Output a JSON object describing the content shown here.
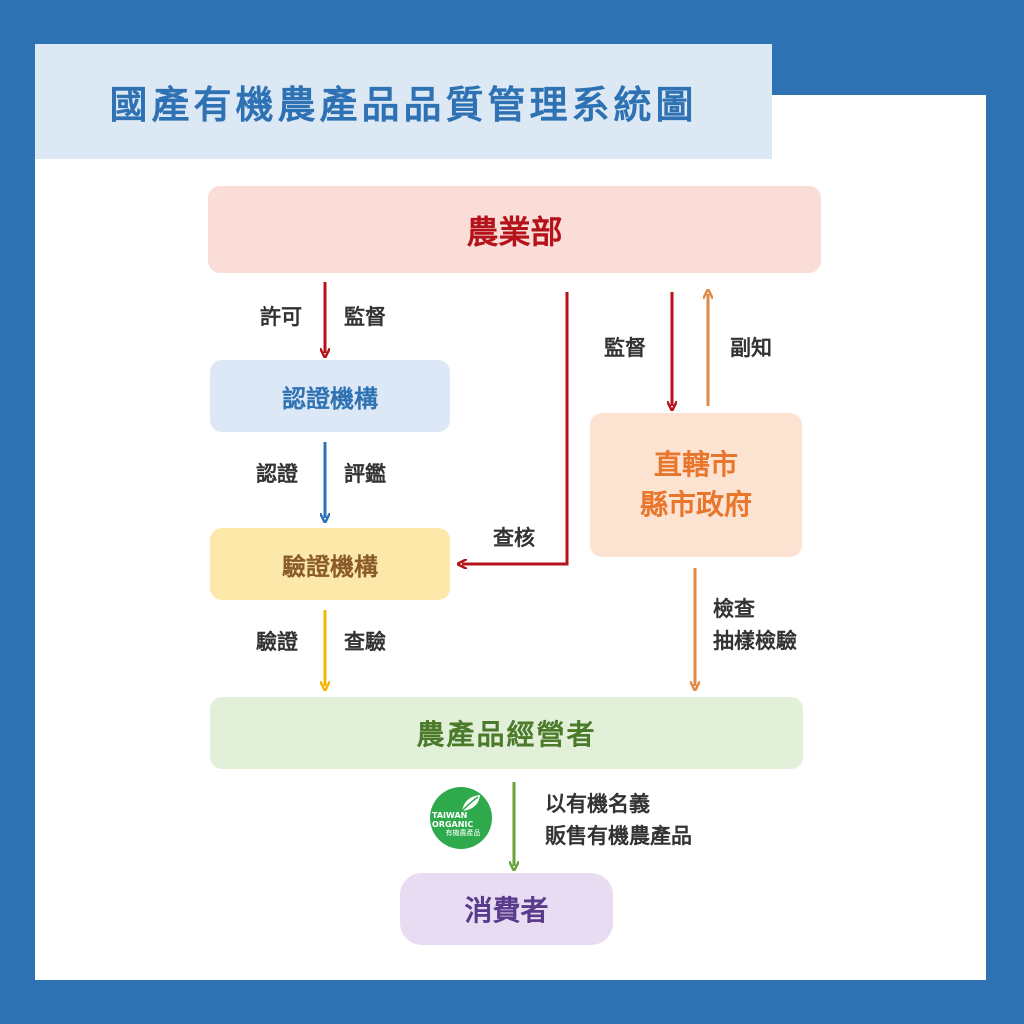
{
  "title": "國產有機農產品品質管理系統圖",
  "nodes": {
    "ministry": "農業部",
    "certification_body": "認證機構",
    "verification_body": "驗證機構",
    "local_government": "直轄市\n縣市政府",
    "operators": "農產品經營者",
    "consumers": "消費者"
  },
  "edge_labels": {
    "permit": "許可",
    "supervise_1": "監督",
    "accredit": "認證",
    "evaluate": "評鑑",
    "audit": "查核",
    "supervise_2": "監督",
    "copy_notify": "副知",
    "verify": "驗證",
    "inspect_check": "查驗",
    "inspect_sample": "檢查\n抽樣檢驗",
    "sell_organic": "以有機名義\n販售有機農產品"
  },
  "logo": {
    "line1": "TAIWAN",
    "line2": "ORGANIC",
    "line3": "有機農產品"
  },
  "colors": {
    "background": "#2f72b4",
    "ministry_fill": "#f9ddd6",
    "ministry_text": "#b5121b",
    "red_arrow": "#b5121b",
    "cert_fill": "#dce8f6",
    "cert_text": "#2f72b4",
    "blue_arrow": "#2f72b4",
    "verify_fill": "#fce8a8",
    "verify_text": "#8a5a2b",
    "yellow_arrow": "#f2b705",
    "gov_fill": "#fde3d2",
    "gov_text": "#e8762c",
    "orange_arrow": "#e08a45",
    "operator_fill": "#e2efd9",
    "operator_text": "#4a7a2a",
    "green_arrow": "#6aa23c",
    "consumer_fill": "#e7dcf2",
    "consumer_text": "#5a3a8a",
    "logo_green": "#2eaa4c"
  }
}
